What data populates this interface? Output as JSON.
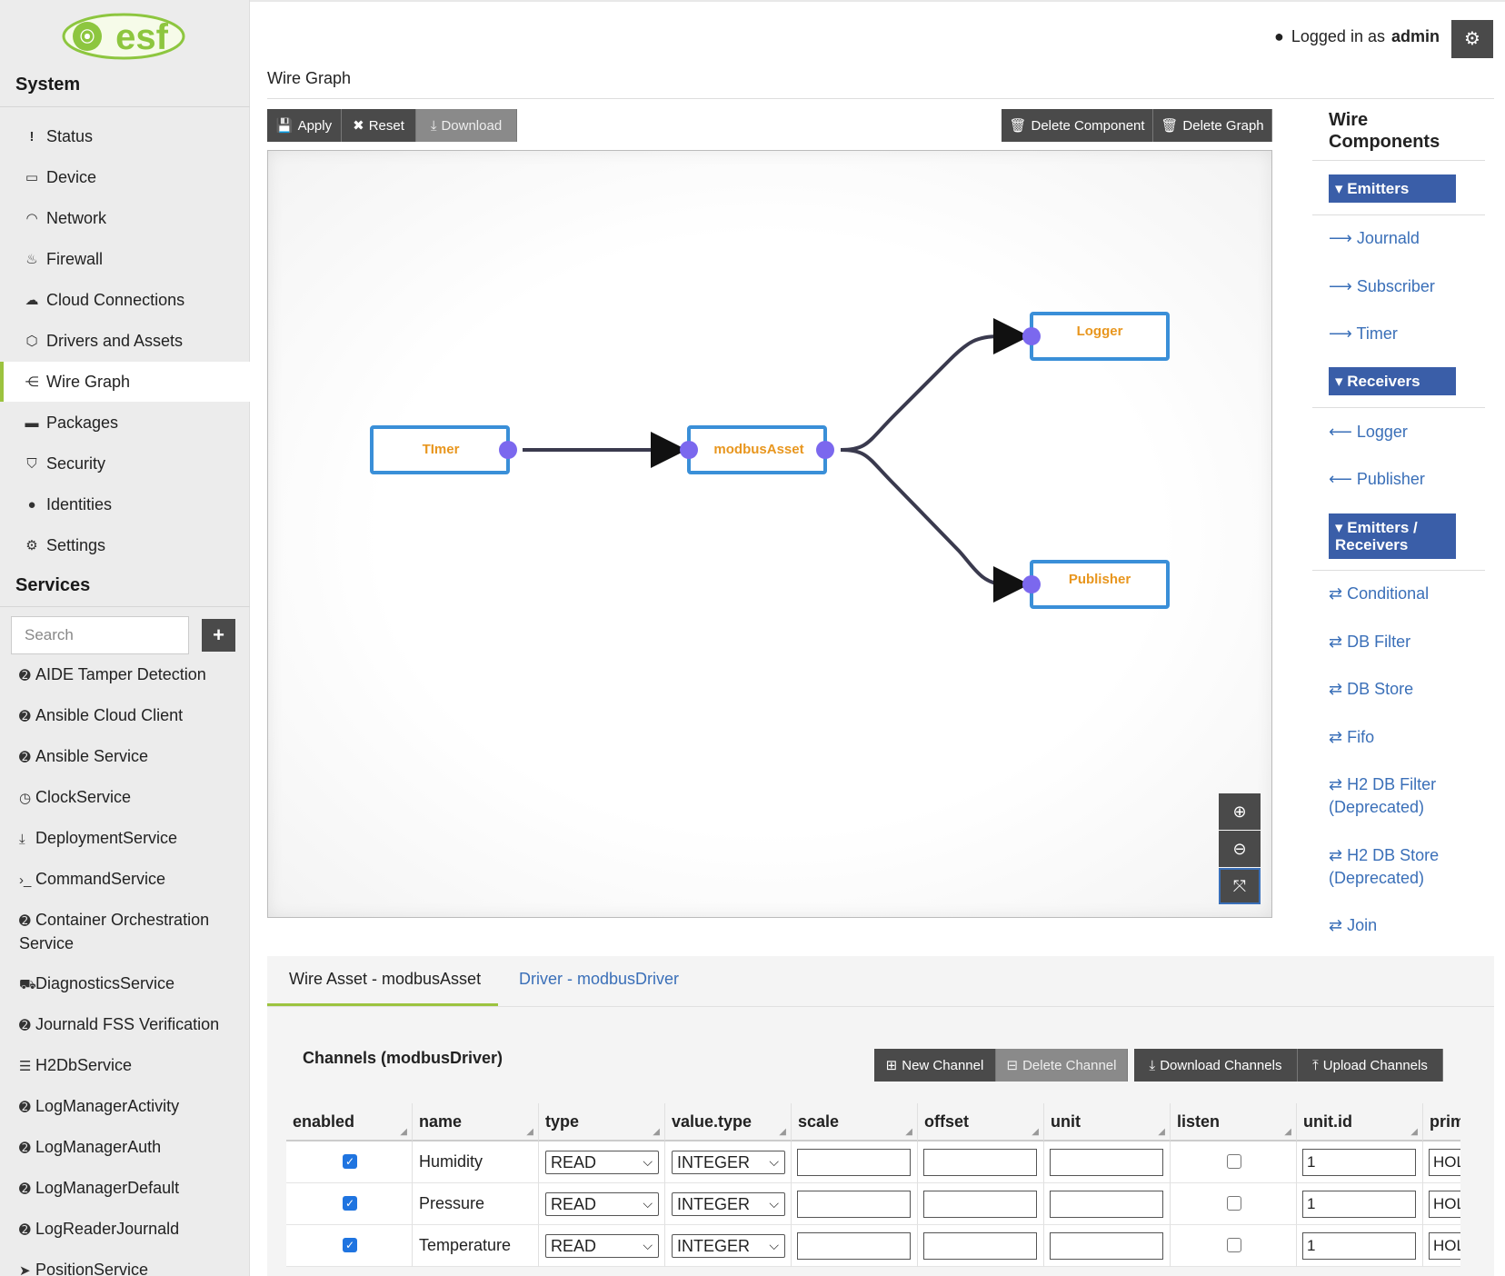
{
  "app": {
    "logo_text": "esf"
  },
  "sidebar": {
    "system_title": "System",
    "system_items": [
      {
        "label": "Status",
        "icon": "exclamation-icon"
      },
      {
        "label": "Device",
        "icon": "hdd-icon"
      },
      {
        "label": "Network",
        "icon": "wifi-icon"
      },
      {
        "label": "Firewall",
        "icon": "fire-icon"
      },
      {
        "label": "Cloud Connections",
        "icon": "cloud-icon"
      },
      {
        "label": "Drivers and Assets",
        "icon": "cube-icon"
      },
      {
        "label": "Wire Graph",
        "icon": "sitemap-icon"
      },
      {
        "label": "Packages",
        "icon": "briefcase-icon"
      },
      {
        "label": "Security",
        "icon": "shield-icon"
      },
      {
        "label": "Identities",
        "icon": "user-icon"
      },
      {
        "label": "Settings",
        "icon": "gear-icon"
      }
    ],
    "active": "Wire Graph",
    "services_title": "Services",
    "search_placeholder": "Search",
    "add_label": "+",
    "services": [
      {
        "label": "AIDE Tamper Detection",
        "icon": "chevron-circle-icon"
      },
      {
        "label": "Ansible Cloud Client",
        "icon": "chevron-circle-icon"
      },
      {
        "label": "Ansible Service",
        "icon": "chevron-circle-icon"
      },
      {
        "label": "ClockService",
        "icon": "clock-icon"
      },
      {
        "label": "DeploymentService",
        "icon": "download-icon"
      },
      {
        "label": "CommandService",
        "icon": "terminal-icon"
      },
      {
        "label": "Container Orchestration Service",
        "icon": "chevron-circle-icon"
      },
      {
        "label": "DiagnosticsService",
        "icon": "ambulance-icon"
      },
      {
        "label": "Journald FSS Verification",
        "icon": "chevron-circle-icon"
      },
      {
        "label": "H2DbService",
        "icon": "database-icon"
      },
      {
        "label": "LogManagerActivity",
        "icon": "chevron-circle-icon"
      },
      {
        "label": "LogManagerAuth",
        "icon": "chevron-circle-icon"
      },
      {
        "label": "LogManagerDefault",
        "icon": "chevron-circle-icon"
      },
      {
        "label": "LogReaderJournald",
        "icon": "chevron-circle-icon"
      },
      {
        "label": "PositionService",
        "icon": "location-arrow-icon"
      }
    ]
  },
  "header": {
    "logged_in_prefix": "Logged in as",
    "user": "admin",
    "page_title": "Wire Graph"
  },
  "toolbar": {
    "apply": "Apply",
    "reset": "Reset",
    "download": "Download",
    "delete_component": "Delete Component",
    "delete_graph": "Delete Graph"
  },
  "graph": {
    "nodes": [
      {
        "label": "TImer"
      },
      {
        "label": "modbusAsset"
      },
      {
        "label": "Logger"
      },
      {
        "label": "Publisher"
      }
    ],
    "wires": [
      {
        "from": "TImer",
        "to": "modbusAsset"
      },
      {
        "from": "modbusAsset",
        "to": "Logger"
      },
      {
        "from": "modbusAsset",
        "to": "Publisher"
      }
    ],
    "colors": {
      "node_border": "#3a8fd8",
      "node_text": "#e8961e",
      "port": "#7b68ee",
      "wire": "#3a3a4e"
    }
  },
  "wire_components": {
    "title": "Wire Components",
    "categories": [
      {
        "name": "Emitters",
        "items": [
          "Journald",
          "Subscriber",
          "Timer"
        ]
      },
      {
        "name": "Receivers",
        "items": [
          "Logger",
          "Publisher"
        ]
      },
      {
        "name": "Emitters / Receivers",
        "items": [
          "Conditional",
          "DB Filter",
          "DB Store",
          "Fifo",
          "H2 DB Filter (Deprecated)",
          "H2 DB Store (Deprecated)",
          "Join"
        ]
      }
    ]
  },
  "tabs": [
    {
      "label": "Wire Asset - modbusAsset",
      "active": true
    },
    {
      "label": "Driver - modbusDriver",
      "active": false
    }
  ],
  "channels": {
    "title": "Channels (modbusDriver)",
    "buttons": {
      "new": "New Channel",
      "delete": "Delete Channel",
      "download": "Download Channels",
      "upload": "Upload Channels"
    },
    "columns": [
      "enabled",
      "name",
      "type",
      "value.type",
      "scale",
      "offset",
      "unit",
      "listen",
      "unit.id",
      "prim"
    ],
    "rows": [
      {
        "enabled": true,
        "name": "Humidity",
        "type": "READ",
        "value_type": "INTEGER",
        "scale": "",
        "offset": "",
        "unit": "",
        "listen": false,
        "unit_id": "1",
        "prim": "HOL"
      },
      {
        "enabled": true,
        "name": "Pressure",
        "type": "READ",
        "value_type": "INTEGER",
        "scale": "",
        "offset": "",
        "unit": "",
        "listen": false,
        "unit_id": "1",
        "prim": "HOL"
      },
      {
        "enabled": true,
        "name": "Temperature",
        "type": "READ",
        "value_type": "INTEGER",
        "scale": "",
        "offset": "",
        "unit": "",
        "listen": false,
        "unit_id": "1",
        "prim": "HOL"
      }
    ]
  }
}
